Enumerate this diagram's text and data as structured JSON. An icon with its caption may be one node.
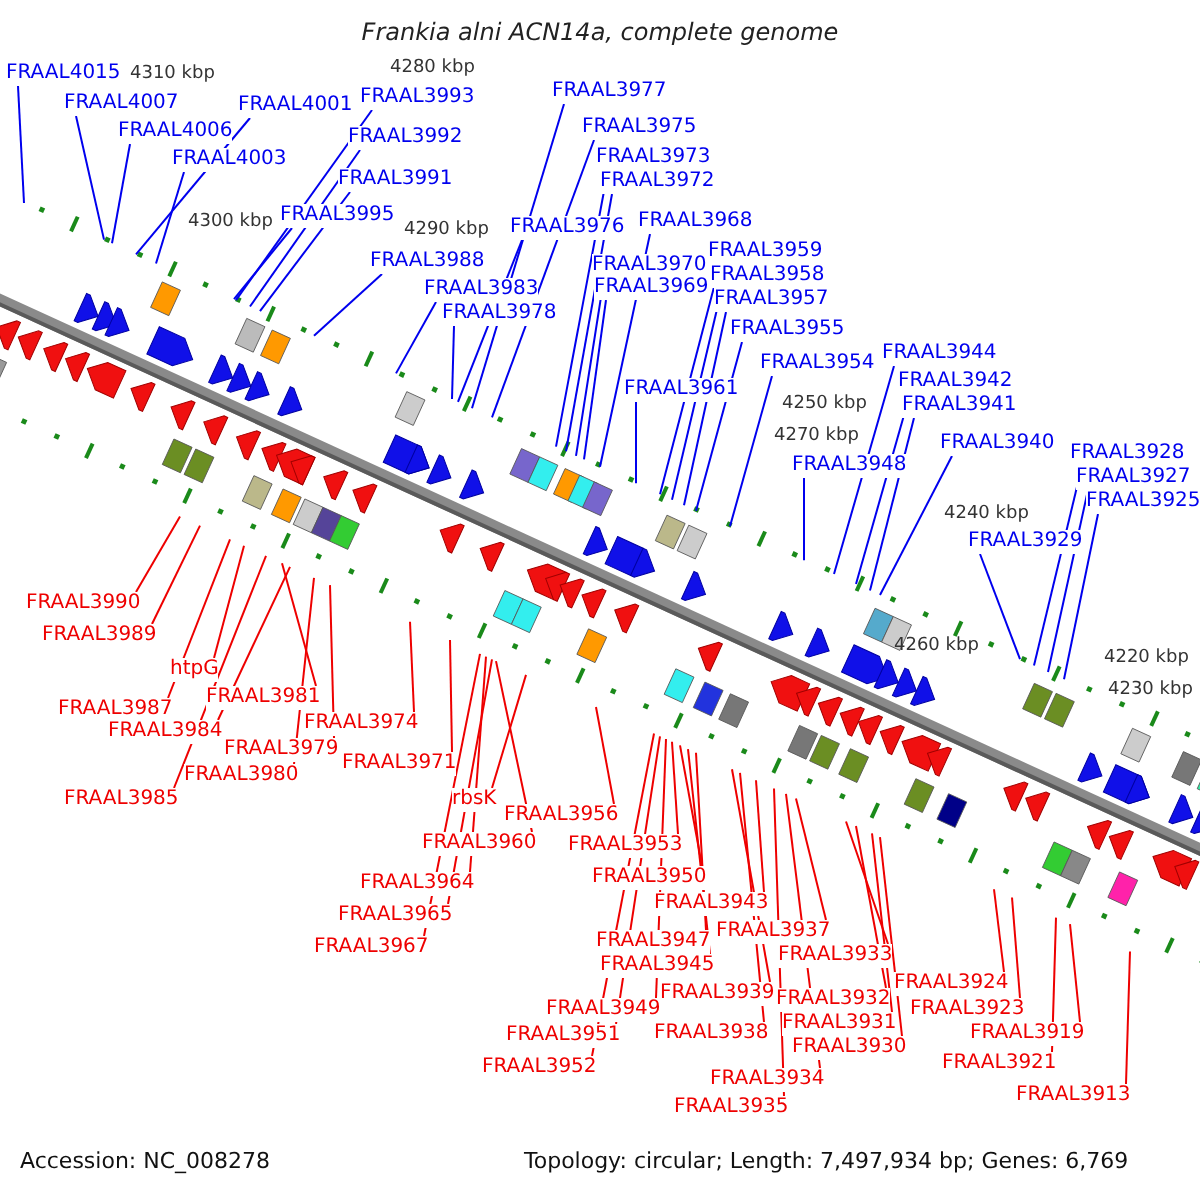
{
  "diagram": {
    "title": "Frankia alni ACN14a, complete genome",
    "nodes": [
      {
        "text": [
          "FRAAL4015"
        ]
      },
      {
        "text": [
          "FRAAL4007"
        ]
      },
      {
        "text": [
          "FRAAL4006"
        ]
      },
      {
        "text": [
          "FRAAL4003"
        ]
      },
      {
        "text": [
          "FRAAL4001"
        ]
      },
      {
        "text": [
          "FRAAL3993"
        ]
      },
      {
        "text": [
          "FRAAL3992"
        ]
      },
      {
        "text": [
          "FRAAL3991"
        ]
      },
      {
        "text": [
          "FRAAL3995"
        ]
      },
      {
        "text": [
          "FRAAL3988"
        ]
      },
      {
        "text": [
          "FRAAL3983"
        ]
      },
      {
        "text": [
          "FRAAL3978"
        ]
      },
      {
        "text": [
          "FRAAL3977"
        ]
      },
      {
        "text": [
          "FRAAL3975"
        ]
      },
      {
        "text": [
          "FRAAL3973"
        ]
      },
      {
        "text": [
          "FRAAL3972"
        ]
      },
      {
        "text": [
          "FRAAL3976"
        ]
      },
      {
        "text": [
          "FRAAL3968"
        ]
      },
      {
        "text": [
          "FRAAL3970"
        ]
      },
      {
        "text": [
          "FRAAL3969"
        ]
      },
      {
        "text": [
          "FRAAL3959"
        ]
      },
      {
        "text": [
          "FRAAL3958"
        ]
      },
      {
        "text": [
          "FRAAL3957"
        ]
      },
      {
        "text": [
          "FRAAL3955"
        ]
      },
      {
        "text": [
          "FRAAL3954"
        ]
      },
      {
        "text": [
          "FRAAL3961"
        ]
      },
      {
        "text": [
          "FRAAL3948"
        ]
      },
      {
        "text": [
          "FRAAL3944"
        ]
      },
      {
        "text": [
          "FRAAL3942"
        ]
      },
      {
        "text": [
          "FRAAL3941"
        ]
      },
      {
        "text": [
          "FRAAL3940"
        ]
      },
      {
        "text": [
          "FRAAL3929"
        ]
      },
      {
        "text": [
          "FRAAL3928"
        ]
      },
      {
        "text": [
          "FRAAL3927"
        ]
      },
      {
        "text": [
          "FRAAL3925"
        ]
      },
      {
        "text": [
          "FRAAL3990"
        ]
      },
      {
        "text": [
          "FRAAL3989"
        ]
      },
      {
        "text": [
          "htpG"
        ]
      },
      {
        "text": [
          "FRAAL3987"
        ]
      },
      {
        "text": [
          "FRAAL3984"
        ]
      },
      {
        "text": [
          "FRAAL3981"
        ]
      },
      {
        "text": [
          "FRAAL3979"
        ]
      },
      {
        "text": [
          "FRAAL3974"
        ]
      },
      {
        "text": [
          "FRAAL3980"
        ]
      },
      {
        "text": [
          "FRAAL3985"
        ]
      },
      {
        "text": [
          "FRAAL3971"
        ]
      },
      {
        "text": [
          "rbsK"
        ]
      },
      {
        "text": [
          "FRAAL3960"
        ]
      },
      {
        "text": [
          "FRAAL3964"
        ]
      },
      {
        "text": [
          "FRAAL3965"
        ]
      },
      {
        "text": [
          "FRAAL3967"
        ]
      },
      {
        "text": [
          "FRAAL3956"
        ]
      },
      {
        "text": [
          "FRAAL3953"
        ]
      },
      {
        "text": [
          "FRAAL3950"
        ]
      },
      {
        "text": [
          "FRAAL3943"
        ]
      },
      {
        "text": [
          "FRAAL3947"
        ]
      },
      {
        "text": [
          "FRAAL3937"
        ]
      },
      {
        "text": [
          "FRAAL3945"
        ]
      },
      {
        "text": [
          "FRAAL3933"
        ]
      },
      {
        "text": [
          "FRAAL3939"
        ]
      },
      {
        "text": [
          "FRAAL3932"
        ]
      },
      {
        "text": [
          "FRAAL3949"
        ]
      },
      {
        "text": [
          "FRAAL3931"
        ]
      },
      {
        "text": [
          "FRAAL3938"
        ]
      },
      {
        "text": [
          "FRAAL3951"
        ]
      },
      {
        "text": [
          "FRAAL3930"
        ]
      },
      {
        "text": [
          "FRAAL3924"
        ]
      },
      {
        "text": [
          "FRAAL3923"
        ]
      },
      {
        "text": [
          "FRAAL3919"
        ]
      },
      {
        "text": [
          "FRAAL3921"
        ]
      },
      {
        "text": [
          "FRAAL3934"
        ]
      },
      {
        "text": [
          "FRAAL3952"
        ]
      },
      {
        "text": [
          "FRAAL3913"
        ]
      },
      {
        "text": [
          "FRAAL3935"
        ]
      }
    ],
    "edges": [
      {
        "from": 0,
        "to": null,
        "arrow": "none",
        "color": "#0000ee"
      },
      {
        "from": 1,
        "to": null,
        "arrow": "none",
        "color": "#0000ee"
      },
      {
        "from": 2,
        "to": null,
        "arrow": "none",
        "color": "#0000ee"
      },
      {
        "from": 3,
        "to": null,
        "arrow": "none",
        "color": "#0000ee"
      },
      {
        "from": 4,
        "to": null,
        "arrow": "none",
        "color": "#0000ee"
      },
      {
        "from": 5,
        "to": null,
        "arrow": "none",
        "color": "#0000ee"
      },
      {
        "from": 6,
        "to": null,
        "arrow": "none",
        "color": "#0000ee"
      },
      {
        "from": 7,
        "to": null,
        "arrow": "none",
        "color": "#0000ee"
      },
      {
        "from": 8,
        "to": null,
        "arrow": "none",
        "color": "#0000ee"
      },
      {
        "from": 9,
        "to": null,
        "arrow": "none",
        "color": "#0000ee"
      },
      {
        "from": 10,
        "to": null,
        "arrow": "none",
        "color": "#0000ee"
      },
      {
        "from": 11,
        "to": null,
        "arrow": "none",
        "color": "#0000ee"
      },
      {
        "from": 12,
        "to": null,
        "arrow": "none",
        "color": "#0000ee"
      },
      {
        "from": 13,
        "to": null,
        "arrow": "none",
        "color": "#0000ee"
      },
      {
        "from": 14,
        "to": null,
        "arrow": "none",
        "color": "#0000ee"
      },
      {
        "from": 15,
        "to": null,
        "arrow": "none",
        "color": "#0000ee"
      },
      {
        "from": 16,
        "to": null,
        "arrow": "none",
        "color": "#0000ee"
      },
      {
        "from": 17,
        "to": null,
        "arrow": "none",
        "color": "#0000ee"
      },
      {
        "from": 18,
        "to": null,
        "arrow": "none",
        "color": "#0000ee"
      },
      {
        "from": 19,
        "to": null,
        "arrow": "none",
        "color": "#0000ee"
      },
      {
        "from": 20,
        "to": null,
        "arrow": "none",
        "color": "#0000ee"
      },
      {
        "from": 21,
        "to": null,
        "arrow": "none",
        "color": "#0000ee"
      },
      {
        "from": 22,
        "to": null,
        "arrow": "none",
        "color": "#0000ee"
      },
      {
        "from": 23,
        "to": null,
        "arrow": "none",
        "color": "#0000ee"
      },
      {
        "from": 24,
        "to": null,
        "arrow": "none",
        "color": "#0000ee"
      },
      {
        "from": 25,
        "to": null,
        "arrow": "none",
        "color": "#0000ee"
      },
      {
        "from": 26,
        "to": null,
        "arrow": "none",
        "color": "#0000ee"
      },
      {
        "from": 27,
        "to": null,
        "arrow": "none",
        "color": "#0000ee"
      },
      {
        "from": 28,
        "to": null,
        "arrow": "none",
        "color": "#0000ee"
      },
      {
        "from": 29,
        "to": null,
        "arrow": "none",
        "color": "#0000ee"
      },
      {
        "from": 30,
        "to": null,
        "arrow": "none",
        "color": "#0000ee"
      },
      {
        "from": 31,
        "to": null,
        "arrow": "none",
        "color": "#0000ee"
      },
      {
        "from": 32,
        "to": null,
        "arrow": "none",
        "color": "#0000ee"
      },
      {
        "from": 33,
        "to": null,
        "arrow": "none",
        "color": "#0000ee"
      },
      {
        "from": 34,
        "to": null,
        "arrow": "none",
        "color": "#0000ee"
      },
      {
        "from": 35,
        "to": null,
        "arrow": "none"
      },
      {
        "from": 36,
        "to": null,
        "arrow": "none"
      },
      {
        "from": 37,
        "to": null,
        "arrow": "none"
      },
      {
        "from": 38,
        "to": null,
        "arrow": "none"
      },
      {
        "from": 39,
        "to": null,
        "arrow": "none"
      },
      {
        "from": 40,
        "to": null,
        "arrow": "none"
      },
      {
        "from": 41,
        "to": null,
        "arrow": "none"
      },
      {
        "from": 42,
        "to": null,
        "arrow": "none"
      },
      {
        "from": 43,
        "to": null,
        "arrow": "none"
      },
      {
        "from": 44,
        "to": null,
        "arrow": "none"
      },
      {
        "from": 45,
        "to": null,
        "arrow": "none"
      },
      {
        "from": 46,
        "to": null,
        "arrow": "none"
      },
      {
        "from": 47,
        "to": null,
        "arrow": "none"
      },
      {
        "from": 48,
        "to": null,
        "arrow": "none"
      },
      {
        "from": 49,
        "to": null,
        "arrow": "none"
      },
      {
        "from": 50,
        "to": null,
        "arrow": "none"
      },
      {
        "from": 51,
        "to": null,
        "arrow": "none"
      },
      {
        "from": 52,
        "to": null,
        "arrow": "none"
      },
      {
        "from": 53,
        "to": null,
        "arrow": "none"
      },
      {
        "from": 54,
        "to": null,
        "arrow": "none"
      },
      {
        "from": 55,
        "to": null,
        "arrow": "none"
      },
      {
        "from": 56,
        "to": null,
        "arrow": "none"
      },
      {
        "from": 57,
        "to": null,
        "arrow": "none"
      },
      {
        "from": 58,
        "to": null,
        "arrow": "none"
      },
      {
        "from": 59,
        "to": null,
        "arrow": "none"
      },
      {
        "from": 60,
        "to": null,
        "arrow": "none"
      },
      {
        "from": 61,
        "to": null,
        "arrow": "none"
      },
      {
        "from": 62,
        "to": null,
        "arrow": "none"
      },
      {
        "from": 63,
        "to": null,
        "arrow": "none"
      },
      {
        "from": 64,
        "to": null,
        "arrow": "none"
      },
      {
        "from": 65,
        "to": null,
        "arrow": "none"
      },
      {
        "from": 66,
        "to": null,
        "arrow": "none"
      },
      {
        "from": 67,
        "to": null,
        "arrow": "none"
      },
      {
        "from": 68,
        "to": null,
        "arrow": "none"
      },
      {
        "from": 69,
        "to": null,
        "arrow": "none"
      },
      {
        "from": 70,
        "to": null,
        "arrow": "none"
      },
      {
        "from": 71,
        "to": null,
        "arrow": "none"
      },
      {
        "from": 72,
        "to": null,
        "arrow": "none"
      },
      {
        "from": 73,
        "to": null,
        "arrow": "none"
      }
    ],
    "labels": [
      "4310 kbp",
      "4300 kbp",
      "4290 kbp",
      "4280 kbp",
      "4270 kbp",
      "4260 kbp",
      "4250 kbp",
      "4240 kbp",
      "4230 kbp",
      "4220 kbp",
      "Accession: NC_008278",
      "Topology: circular; Length: 7,497,934 bp; Genes: 6,769"
    ]
  }
}
